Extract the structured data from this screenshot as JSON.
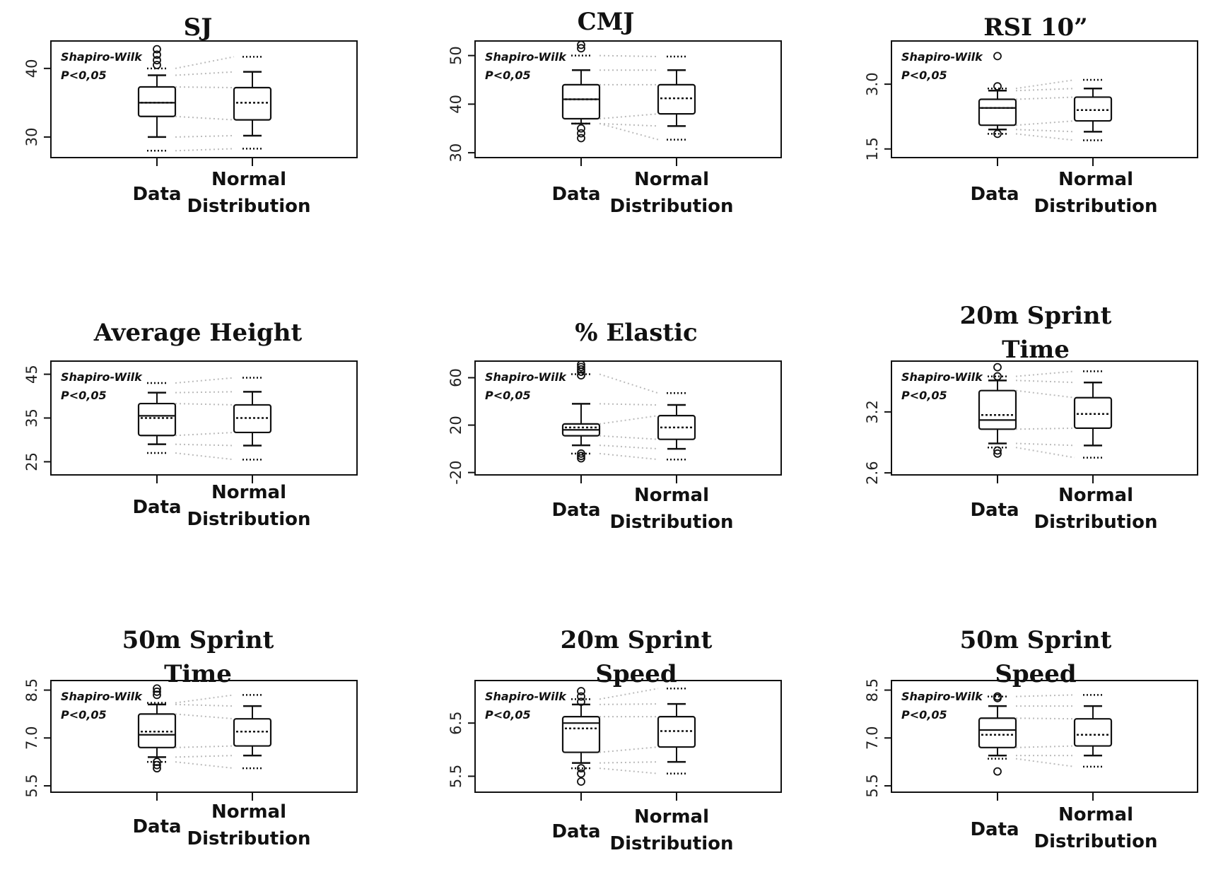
{
  "chart_data": [
    {
      "type": "box",
      "title": [
        "SJ"
      ],
      "categories": [
        "Data",
        "Normal Distribution"
      ],
      "annotation": [
        "Shapiro-Wilk",
        "P<0,05"
      ],
      "yticks": [
        "30",
        "40"
      ],
      "ylim": [
        27,
        44
      ],
      "tick_values": [
        30,
        40
      ],
      "boxes": [
        {
          "whisker_low": 30,
          "q1": 33,
          "median": 35,
          "mean": 35,
          "q3": 37.3,
          "whisker_high": 39,
          "outliers": [
            40.5,
            41.2,
            42,
            42.8
          ],
          "dots": [
            28,
            40
          ]
        },
        {
          "whisker_low": 30.2,
          "q1": 32.5,
          "median": 35,
          "mean": 35,
          "q3": 37.2,
          "whisker_high": 39.5,
          "outliers": [],
          "dots": [
            28.3,
            41.7
          ]
        }
      ]
    },
    {
      "type": "box",
      "title": [
        "CMJ"
      ],
      "categories": [
        "Data",
        "Normal Distribution"
      ],
      "annotation": [
        "Shapiro-Wilk",
        "P<0,05"
      ],
      "yticks": [
        "30",
        "40",
        "50"
      ],
      "ylim": [
        29,
        53
      ],
      "tick_values": [
        30,
        40,
        50
      ],
      "boxes": [
        {
          "whisker_low": 36,
          "q1": 37,
          "median": 41,
          "mean": 41,
          "q3": 44,
          "whisker_high": 47,
          "outliers": [
            33,
            34,
            35,
            51.5,
            52.2
          ],
          "dots": [
            36,
            50
          ]
        },
        {
          "whisker_low": 35.5,
          "q1": 38,
          "median": 41.2,
          "mean": 41.2,
          "q3": 44,
          "whisker_high": 47,
          "outliers": [],
          "dots": [
            32.7,
            49.8
          ]
        }
      ]
    },
    {
      "type": "box",
      "title": [
        "RSI 10”"
      ],
      "categories": [
        "Data",
        "Normal Distribution"
      ],
      "annotation": [
        "Shapiro-Wilk",
        "P<0,05"
      ],
      "yticks": [
        "1.5",
        "3.0"
      ],
      "ylim": [
        1.3,
        4.0
      ],
      "tick_values": [
        1.5,
        3.0
      ],
      "boxes": [
        {
          "whisker_low": 1.95,
          "q1": 2.05,
          "median": 2.45,
          "mean": 2.45,
          "q3": 2.65,
          "whisker_high": 2.85,
          "outliers": [
            1.85,
            2.95,
            3.65
          ],
          "dots": [
            1.85,
            2.9
          ]
        },
        {
          "whisker_low": 1.9,
          "q1": 2.15,
          "median": 2.4,
          "mean": 2.4,
          "q3": 2.7,
          "whisker_high": 2.9,
          "outliers": [],
          "dots": [
            1.7,
            3.1
          ]
        }
      ]
    },
    {
      "type": "box",
      "title": [
        "Average Height"
      ],
      "categories": [
        "Data",
        "Normal Distribution"
      ],
      "annotation": [
        "Shapiro-Wilk",
        "P<0,05"
      ],
      "yticks": [
        "25",
        "35",
        "45"
      ],
      "ylim": [
        22,
        48
      ],
      "tick_values": [
        25,
        35,
        45
      ],
      "boxes": [
        {
          "whisker_low": 29,
          "q1": 31,
          "median": 35.5,
          "mean": 35,
          "q3": 38.3,
          "whisker_high": 40.8,
          "outliers": [],
          "dots": [
            27,
            43
          ]
        },
        {
          "whisker_low": 28.7,
          "q1": 31.7,
          "median": 35,
          "mean": 35,
          "q3": 38,
          "whisker_high": 41,
          "outliers": [],
          "dots": [
            25.5,
            44.2
          ]
        }
      ]
    },
    {
      "type": "box",
      "title": [
        "% Elastic"
      ],
      "categories": [
        "Data",
        "Normal Distribution"
      ],
      "annotation": [
        "Shapiro-Wilk",
        "P<0,05"
      ],
      "yticks": [
        "-20",
        "20",
        "60"
      ],
      "ylim": [
        -22,
        74
      ],
      "tick_values": [
        -20,
        20,
        60
      ],
      "boxes": [
        {
          "whisker_low": 3,
          "q1": 11,
          "median": 16,
          "mean": 18,
          "q3": 21,
          "whisker_high": 38,
          "outliers": [
            -8,
            -6,
            -4,
            62,
            65,
            67,
            69,
            71
          ],
          "dots": [
            -4,
            63
          ]
        },
        {
          "whisker_low": 0,
          "q1": 8,
          "median": 18,
          "mean": 18,
          "q3": 28,
          "whisker_high": 37,
          "outliers": [],
          "dots": [
            -9,
            47
          ]
        }
      ]
    },
    {
      "type": "box",
      "title": [
        "20m Sprint",
        "Time"
      ],
      "categories": [
        "Data",
        "Normal Distribution"
      ],
      "annotation": [
        "Shapiro-Wilk",
        "P<0,05"
      ],
      "yticks": [
        "2.6",
        "3.2"
      ],
      "ylim": [
        2.58,
        3.7
      ],
      "tick_values": [
        2.6,
        3.2
      ],
      "boxes": [
        {
          "whisker_low": 2.89,
          "q1": 3.03,
          "median": 3.12,
          "mean": 3.17,
          "q3": 3.41,
          "whisker_high": 3.51,
          "outliers": [
            2.79,
            2.82,
            3.55,
            3.64
          ],
          "dots": [
            2.85,
            3.55
          ]
        },
        {
          "whisker_low": 2.87,
          "q1": 3.04,
          "median": 3.18,
          "mean": 3.18,
          "q3": 3.34,
          "whisker_high": 3.49,
          "outliers": [],
          "dots": [
            2.75,
            3.6
          ]
        }
      ]
    },
    {
      "type": "box",
      "title": [
        "50m Sprint",
        "Time"
      ],
      "categories": [
        "Data",
        "Normal Distribution"
      ],
      "annotation": [
        "Shapiro-Wilk",
        "P<0,05"
      ],
      "yticks": [
        "5.5",
        "7.0",
        "8.5"
      ],
      "ylim": [
        5.3,
        8.8
      ],
      "tick_values": [
        5.5,
        7.0,
        8.5
      ],
      "boxes": [
        {
          "whisker_low": 6.4,
          "q1": 6.7,
          "median": 7.1,
          "mean": 7.2,
          "q3": 7.75,
          "whisker_high": 8.05,
          "outliers": [
            6.05,
            6.15,
            6.25,
            8.35,
            8.45,
            8.55
          ],
          "dots": [
            6.25,
            8.1
          ]
        },
        {
          "whisker_low": 6.45,
          "q1": 6.75,
          "median": 7.2,
          "mean": 7.2,
          "q3": 7.6,
          "whisker_high": 8.0,
          "outliers": [],
          "dots": [
            6.05,
            8.35
          ]
        }
      ]
    },
    {
      "type": "box",
      "title": [
        "20m Sprint",
        "Speed"
      ],
      "categories": [
        "Data",
        "Normal Distribution"
      ],
      "annotation": [
        "Shapiro-Wilk",
        "P<0,05"
      ],
      "yticks": [
        "5.5",
        "6.5"
      ],
      "ylim": [
        5.2,
        7.3
      ],
      "tick_values": [
        5.5,
        6.5
      ],
      "boxes": [
        {
          "whisker_low": 5.75,
          "q1": 5.95,
          "median": 6.5,
          "mean": 6.4,
          "q3": 6.62,
          "whisker_high": 6.85,
          "outliers": [
            5.4,
            5.55,
            5.65,
            6.9,
            7.0,
            7.1
          ],
          "dots": [
            5.65,
            6.95
          ]
        },
        {
          "whisker_low": 5.77,
          "q1": 6.05,
          "median": 6.35,
          "mean": 6.35,
          "q3": 6.62,
          "whisker_high": 6.86,
          "outliers": [],
          "dots": [
            5.55,
            7.15
          ]
        }
      ]
    },
    {
      "type": "box",
      "title": [
        "50m Sprint",
        "Speed"
      ],
      "categories": [
        "Data",
        "Normal Distribution"
      ],
      "annotation": [
        "Shapiro-Wilk",
        "P<0,05"
      ],
      "yticks": [
        "5.5",
        "7.0",
        "8.5"
      ],
      "ylim": [
        5.3,
        8.8
      ],
      "tick_values": [
        5.5,
        7.0,
        8.5
      ],
      "boxes": [
        {
          "whisker_low": 6.45,
          "q1": 6.7,
          "median": 7.25,
          "mean": 7.1,
          "q3": 7.62,
          "whisker_high": 8.0,
          "outliers": [
            5.95,
            8.25,
            8.3
          ],
          "dots": [
            6.35,
            8.3
          ]
        },
        {
          "whisker_low": 6.45,
          "q1": 6.75,
          "median": 7.1,
          "mean": 7.1,
          "q3": 7.6,
          "whisker_high": 8.0,
          "outliers": [],
          "dots": [
            6.1,
            8.35
          ]
        }
      ]
    }
  ]
}
